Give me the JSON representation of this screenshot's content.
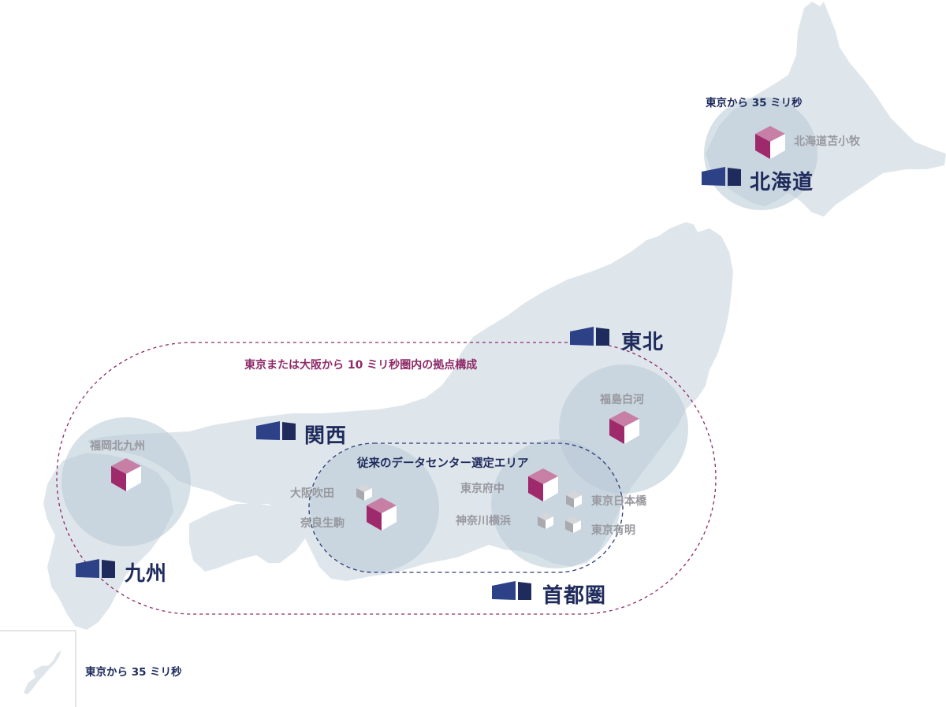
{
  "colors": {
    "land": "#dfe6eb",
    "circle": "#b6c9d6",
    "region_text": "#1e2b5c",
    "site_text": "#98989f",
    "ring_magenta": "#8e2a68",
    "ring_navy": "#2a3a78",
    "cube_magenta_top": "#c77fa6",
    "cube_magenta_side": "#9e2a6c",
    "cube_gray_top": "#d6d6da",
    "cube_gray_side": "#a9a9b0",
    "building_front": "#2c4186",
    "building_side": "#1e2b5c"
  },
  "regions": {
    "hokkaido": "北海道",
    "tohoku": "東北",
    "kansai": "関西",
    "kyushu": "九州",
    "shutoken": "首都圏"
  },
  "sites": {
    "tomakomai": "北海道苫小牧",
    "shirakawa": "福島白河",
    "kitakyushu": "福岡北九州",
    "suita": "大阪吹田",
    "ikoma": "奈良生駒",
    "fuchu": "東京府中",
    "yokohama": "神奈川横浜",
    "nihonbashi": "東京日本橋",
    "ariake": "東京有明"
  },
  "notes": {
    "hokkaido_latency": "東京から 35 ミリ秒",
    "okinawa_latency": "東京から 35 ミリ秒",
    "ring_10ms": "東京または大阪から 10 ミリ秒圏内の拠点構成",
    "conventional_area": "従来のデータセンター選定エリア"
  },
  "icons": {
    "major_site": "cube-magenta-icon",
    "minor_site": "cube-gray-icon",
    "region": "building-icon"
  }
}
